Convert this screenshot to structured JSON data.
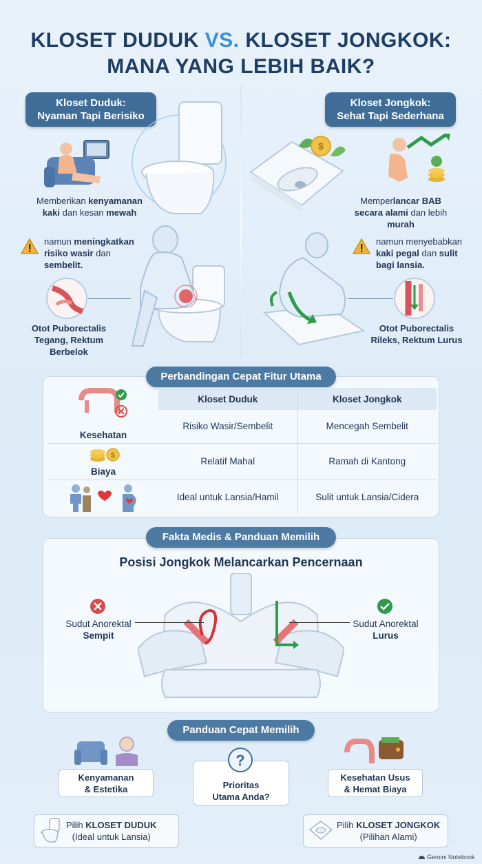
{
  "title": {
    "part1": "KLOSET DUDUK ",
    "vs": "VS.",
    "part2": " KLOSET JONGKOK:",
    "line2": "MANA YANG LEBIH BAIK?"
  },
  "left": {
    "pill_line1": "Kloset Duduk:",
    "pill_line2": "Nyaman Tapi Berisiko",
    "benefit_pre": "Memberikan ",
    "benefit_bold1": "kenyamanan",
    "benefit_mid": "kaki",
    "benefit_mid2": " dan kesan ",
    "benefit_bold2": "mewah",
    "warn_pre": "namun ",
    "warn_bold1": "meningkatkan",
    "warn_bold2": "risiko wasir",
    "warn_mid": " dan",
    "warn_bold3": "sembelit.",
    "muscle_l1": "Otot Puborectalis",
    "muscle_l2": "Tegang, Rektum",
    "muscle_l3": "Berbelok"
  },
  "right": {
    "pill_line1": "Kloset Jongkok:",
    "pill_line2": "Sehat Tapi Sederhana",
    "benefit_pre": "Memper",
    "benefit_bold1": "lancar BAB",
    "benefit_bold2": "secara alami",
    "benefit_mid": " dan lebih",
    "benefit_bold3": "murah",
    "warn_pre": "namun menyebabkan",
    "warn_bold1": "kaki pegal",
    "warn_mid": " dan ",
    "warn_bold2": "sulit",
    "warn_bold3": "bagi lansia.",
    "muscle_l1": "Otot Puborectalis",
    "muscle_l2": "Rileks, Rektum Lurus"
  },
  "comparison": {
    "header": "Perbandingan Cepat Fitur Utama",
    "col1": "Kloset Duduk",
    "col2": "Kloset Jongkok",
    "rows": [
      {
        "label": "Kesehatan",
        "duduk": "Risiko Wasir/Sembelit",
        "jongkok": "Mencegah Sembelit"
      },
      {
        "label": "Biaya",
        "duduk": "Relatif Mahal",
        "jongkok": "Ramah di Kantong"
      },
      {
        "label": "",
        "duduk": "Ideal untuk Lansia/Hamil",
        "jongkok": "Sulit untuk Lansia/Cidera"
      }
    ]
  },
  "medical": {
    "header": "Fakta Medis & Panduan Memilih",
    "title": "Posisi Jongkok Melancarkan Pencernaan",
    "left_l1": "Sudut Anorektal",
    "left_l2": "Sempit",
    "right_l1": "Sudut Anorektal",
    "right_l2": "Lurus"
  },
  "guide": {
    "header": "Panduan Cepat Memilih",
    "left_l1": "Kenyamanan",
    "left_l2": "& Estetika",
    "center_l1": "Prioritas",
    "center_l2": "Utama Anda?",
    "right_l1": "Kesehatan Usus",
    "right_l2": "& Hemat Biaya",
    "choice_left_pre": "Pilih ",
    "choice_left_bold": "KLOSET DUDUK",
    "choice_left_sub": "(Ideal untuk Lansia)",
    "choice_right_pre": "Pilih ",
    "choice_right_bold": "KLOSET JONGKOK",
    "choice_right_sub": "(Pilihan Alami)"
  },
  "footer": {
    "brand": "Gemini Notebook"
  },
  "colors": {
    "accent": "#3a8fd6",
    "pill": "#3f6d97",
    "good": "#2e9a4a",
    "bad": "#d84a4a",
    "warn": "#f0b43a"
  }
}
